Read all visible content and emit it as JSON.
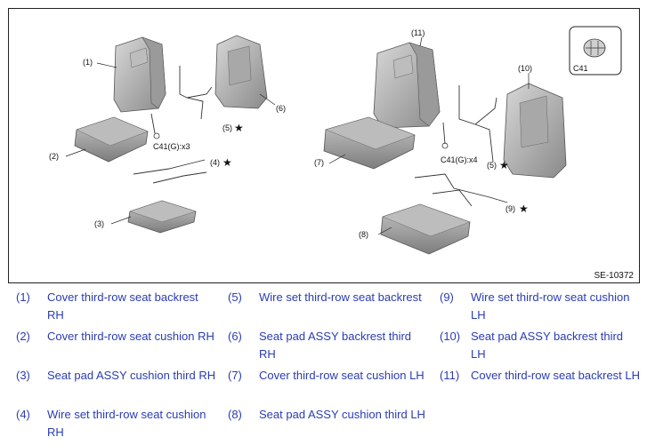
{
  "figure": {
    "id": "SE-10372",
    "callouts": {
      "c1": "(1)",
      "c2": "(2)",
      "c3": "(3)",
      "c4": "(4)",
      "c5a": "(5)",
      "c5b": "(5)",
      "c6": "(6)",
      "c7": "(7)",
      "c8": "(8)",
      "c9": "(9)",
      "c10": "(10)",
      "c11": "(11)"
    },
    "clip_left": "C41(G):x3",
    "clip_right": "C41(G):x4",
    "clip_inset": "C41",
    "star": "★"
  },
  "legend": [
    {
      "num": "(1)",
      "text": "Cover third-row seat backrest RH"
    },
    {
      "num": "(2)",
      "text": "Cover third-row seat cushion RH"
    },
    {
      "num": "(3)",
      "text": "Seat pad ASSY cushion third RH"
    },
    {
      "num": "(4)",
      "text": "Wire set third-row seat cushion RH"
    },
    {
      "num": "(5)",
      "text": "Wire set third-row seat backrest"
    },
    {
      "num": "(6)",
      "text": "Seat pad ASSY backrest third RH"
    },
    {
      "num": "(7)",
      "text": "Cover third-row seat cushion LH"
    },
    {
      "num": "(8)",
      "text": "Seat pad ASSY cushion third LH"
    },
    {
      "num": "(9)",
      "text": "Wire set third-row seat cushion LH"
    },
    {
      "num": "(10)",
      "text": "Seat pad ASSY backrest third LH"
    },
    {
      "num": "(11)",
      "text": "Cover third-row seat backrest LH"
    }
  ]
}
